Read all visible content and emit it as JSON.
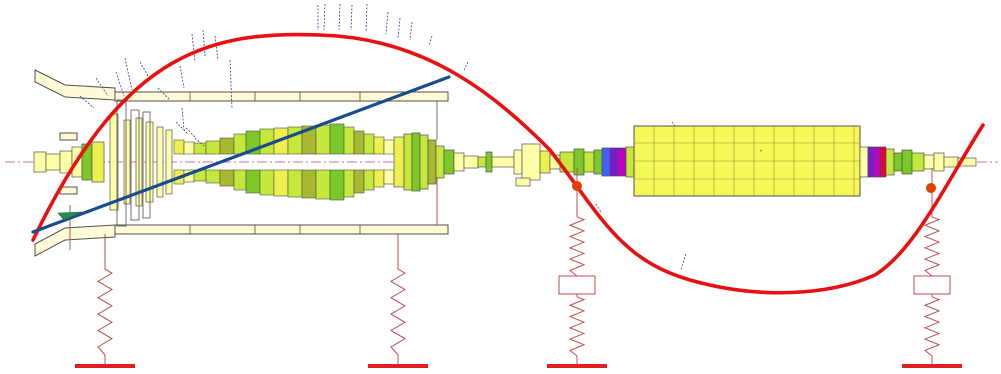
{
  "colors": {
    "background": "#ffffff",
    "outline": "#505050",
    "casing_fill": "#fffbd6",
    "rotor_light": "#ffffa8",
    "rotor_yellow": "#eef050",
    "rotor_lime": "#c4e83c",
    "rotor_green": "#7cc828",
    "rotor_olive": "#a8b830",
    "generator_fill": "#f6f85a",
    "hot_red": "#e00040",
    "hot_magenta": "#c000c0",
    "hot_purple": "#7a1ad0",
    "hot_blue": "#4060ff",
    "centerline": "#c070c0",
    "support_spring": "#b85050",
    "support_ground": "#e02020",
    "bearing_dot": "#e04000",
    "mode_shape_red": "#e81010",
    "mode_shape_blue": "#1a4c8c",
    "vector_ticks": "#3040a0"
  },
  "mode_shapes": [
    {
      "name": "",
      "color_key": "mode_shape_red",
      "kind": "curve"
    },
    {
      "name": "",
      "color_key": "mode_shape_blue",
      "kind": "straight"
    }
  ],
  "supports": [
    {
      "type": "spring-damper-to-ground"
    },
    {
      "type": "spring-damper-to-ground"
    },
    {
      "type": "bearing-pedestal-spring"
    },
    {
      "type": "bearing-pedestal-spring"
    }
  ],
  "bearings": [
    {
      "type": "bearing-marker"
    },
    {
      "type": "bearing-marker"
    }
  ]
}
